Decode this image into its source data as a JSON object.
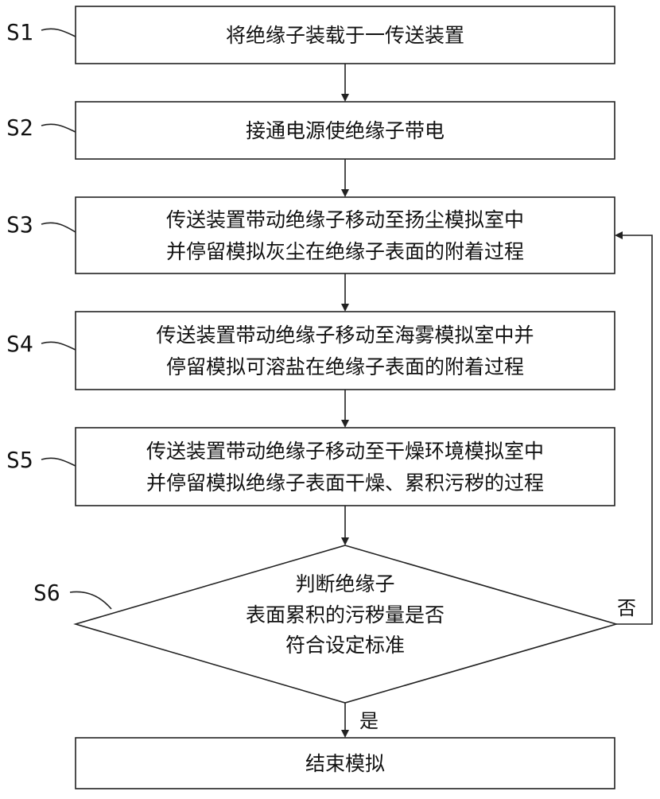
{
  "steps": [
    {
      "id": "S1",
      "label": "S1",
      "lines": [
        "将绝缘子装载于一传送装置"
      ]
    },
    {
      "id": "S2",
      "label": "S2",
      "lines": [
        "接通电源使绝缘子带电"
      ]
    },
    {
      "id": "S3",
      "label": "S3",
      "lines": [
        "传送装置带动绝缘子移动至扬尘模拟室中",
        "并停留模拟灰尘在绝缘子表面的附着过程"
      ]
    },
    {
      "id": "S4",
      "label": "S4",
      "lines": [
        "传送装置带动绝缘子移动至海雾模拟室中并",
        "停留模拟可溶盐在绝缘子表面的附着过程"
      ]
    },
    {
      "id": "S5",
      "label": "S5",
      "lines": [
        "传送装置带动绝缘子移动至干燥环境模拟室中",
        "并停留模拟绝缘子表面干燥、累积污秽的过程"
      ]
    }
  ],
  "decision": {
    "id": "S6",
    "label": "S6",
    "lines": [
      "判断绝缘子",
      "表面累积的污秽量是否",
      "符合设定标准"
    ],
    "no_label": "否",
    "yes_label": "是"
  },
  "end": {
    "lines": [
      "结束模拟"
    ]
  }
}
